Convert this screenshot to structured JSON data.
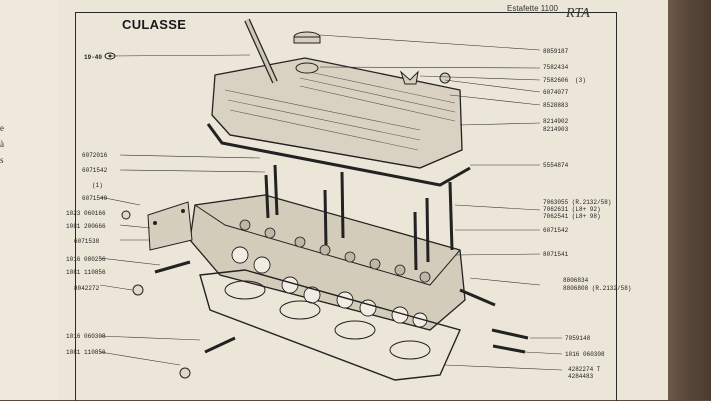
{
  "page": {
    "title": "CULASSE",
    "header_line": "Estafette 1100",
    "logo_text": "RTA",
    "ref_code": "19-40"
  },
  "left_page_marks": [
    "e",
    "à",
    "s"
  ],
  "labels_right": [
    "8859187",
    "7582434",
    "7582606",
    "(3)",
    "6074077",
    "8528883",
    "8214902",
    "8214903",
    "5554874",
    "7063055 (R.2132/58)",
    "7062631 (L8+ 92)",
    "7062541 (L8+ 98)",
    "6071542",
    "8071541",
    "8806834",
    "8806808 (R.2132/58)",
    "7059148",
    "1016 060308",
    "4282274 T",
    "4284483"
  ],
  "labels_left": [
    "6072016",
    "6071542",
    "(1)",
    "6071540",
    "1023 060166",
    "1081 200666",
    "6071538",
    "1016 080256",
    "1081 110856",
    "8042272",
    "1016 060308",
    "1081 110856"
  ],
  "icons": [
    "eye-icon",
    "arrow-icon"
  ]
}
